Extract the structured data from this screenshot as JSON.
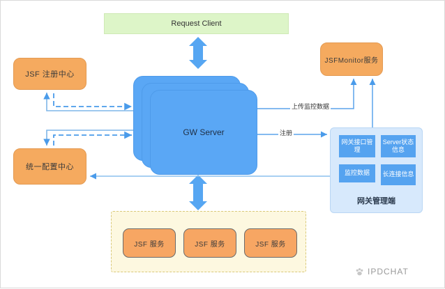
{
  "diagram": {
    "request_client": {
      "label": "Request Client"
    },
    "jsf_registry": {
      "label": "JSF 注册中心"
    },
    "config_center": {
      "label": "统一配置中心"
    },
    "gw_server": {
      "label": "GW Server",
      "layers": 3
    },
    "jsf_monitor": {
      "label": "JSFMonitor服务"
    },
    "gw_admin": {
      "title": "网关管理端",
      "tiles": [
        {
          "label": "网关接口管理"
        },
        {
          "label": "Server状态信息"
        },
        {
          "label": "监控数据"
        },
        {
          "label": "长连接信息"
        }
      ]
    },
    "services": {
      "items": [
        {
          "label": "JSF 服务"
        },
        {
          "label": "JSF 服务"
        },
        {
          "label": "JSF 服务"
        }
      ]
    },
    "edges": {
      "upload_monitor": "上传监控数据",
      "register": "注册"
    },
    "watermark": {
      "text": "IPDCHAT",
      "icon": "paw-logo-icon"
    },
    "colors": {
      "green_box": "#ddf5c8",
      "orange_box": "#f5aa5f",
      "blue_box": "#5aa7f5",
      "panel_blue": "#d7e9fc",
      "dashed_group": "#fdf8e0",
      "arrow_blue": "#4a9bea",
      "line_blue": "#7fb6e8"
    }
  }
}
